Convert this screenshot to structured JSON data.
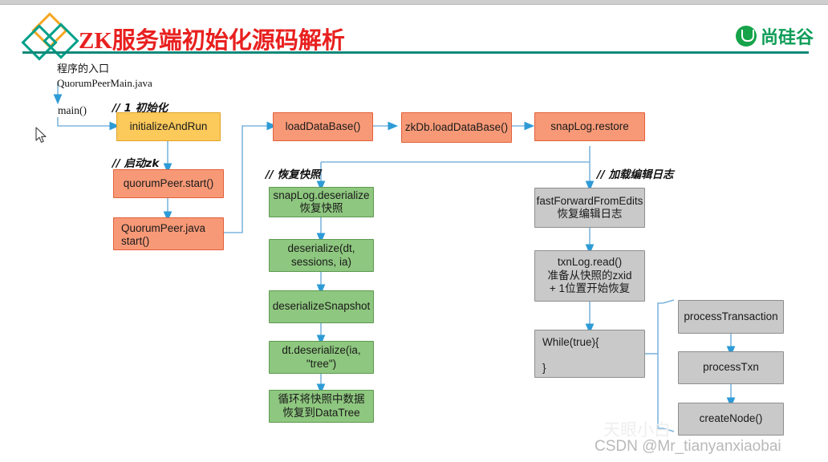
{
  "header": {
    "title_prefix": "ZK",
    "title_main": "服务端初始化源码解析",
    "brand_text": "尚硅谷",
    "brand_icon": "u-circle-icon",
    "logo_icon": "diamond-logo-icon",
    "accent_red": "#e8201f",
    "accent_green": "#10897a",
    "brand_green": "#0f9d58"
  },
  "entry": {
    "line1": "程序的入口",
    "line2": "QuorumPeerMain.java",
    "main_label": "main()"
  },
  "annotations": {
    "init": "// 1 初始化",
    "start_zk": "// 启动zk",
    "restore_snapshot": "// 恢复快照",
    "load_edit_log": "// 加载编辑日志"
  },
  "nodes": {
    "initializeAndRun": "initializeAndRun",
    "quorumPeerStart": "quorumPeer.start()",
    "quorumPeerJavaStart": "QuorumPeer.java\nstart()",
    "quorumPeerJavaStart_l1": "QuorumPeer.java",
    "quorumPeerJavaStart_l2": "start()",
    "loadDataBase": "loadDataBase()",
    "zkDbLoadDataBase": "zkDb.loadDataBase()",
    "snapLogRestore": "snapLog.restore",
    "snapLogDeserialize": "snapLog.deserialize恢复快照",
    "deserializeDt": "deserialize(dt, sessions, ia)",
    "deserializeSnapshot": "deserializeSnapshot",
    "dtDeserialize": "dt.deserialize(ia, \"tree\")",
    "loopRestore": "循环将快照中数据恢复到DataTree",
    "fastForwardFromEdits": "fastForwardFromEdits恢复编辑日志",
    "txnLogRead_l1": "txnLog.read()",
    "txnLogRead_l2": "准备从快照的zxid",
    "txnLogRead_l3": "+ 1位置开始恢复",
    "whileTrue_open": "While(true){",
    "whileTrue_close": "}",
    "processTransaction": "processTransaction",
    "processTxn": "processTxn",
    "createNode": "createNode()"
  },
  "colors": {
    "yellow_box": "#fcc95b",
    "salmon_box": "#f79977",
    "green_box": "#8ec77f",
    "gray_box": "#c9c9c9",
    "wire": "#6aa8d8",
    "arrow": "#2e9bd6"
  },
  "watermark": {
    "text": "CSDN @Mr_tianyanxiaobai",
    "ghost": "天眼小白"
  }
}
